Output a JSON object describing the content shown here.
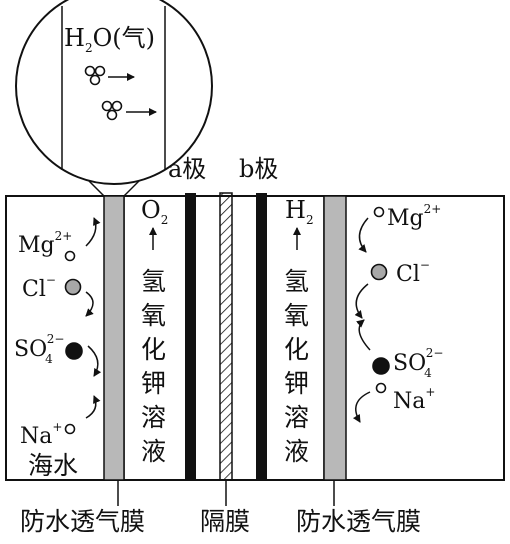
{
  "magnifier": {
    "title_main": "H",
    "title_sub": "2",
    "title_rest": "O(气)"
  },
  "electrodes": {
    "a_label": "a极",
    "b_label": "b极"
  },
  "gases": {
    "left_main": "O",
    "left_sub": "2",
    "right_main": "H",
    "right_sub": "2"
  },
  "solution_chars": [
    "氢",
    "氧",
    "化",
    "钾",
    "溶",
    "液"
  ],
  "ions": {
    "mg": "Mg",
    "mg_charge": "2+",
    "cl": "Cl",
    "cl_charge": "−",
    "so4": "SO",
    "so4_sub": "4",
    "so4_charge": "2−",
    "na": "Na",
    "na_charge": "+"
  },
  "seawater_label": "海水",
  "bottom_labels": {
    "left_membrane": "防水透气膜",
    "separator": "隔膜",
    "right_membrane": "防水透气膜"
  },
  "colors": {
    "line": "#111111",
    "membrane_fill": "#b8b8b8",
    "cl_fill": "#a8a8a8",
    "so4_fill": "#111111",
    "open_fill": "#ffffff"
  }
}
